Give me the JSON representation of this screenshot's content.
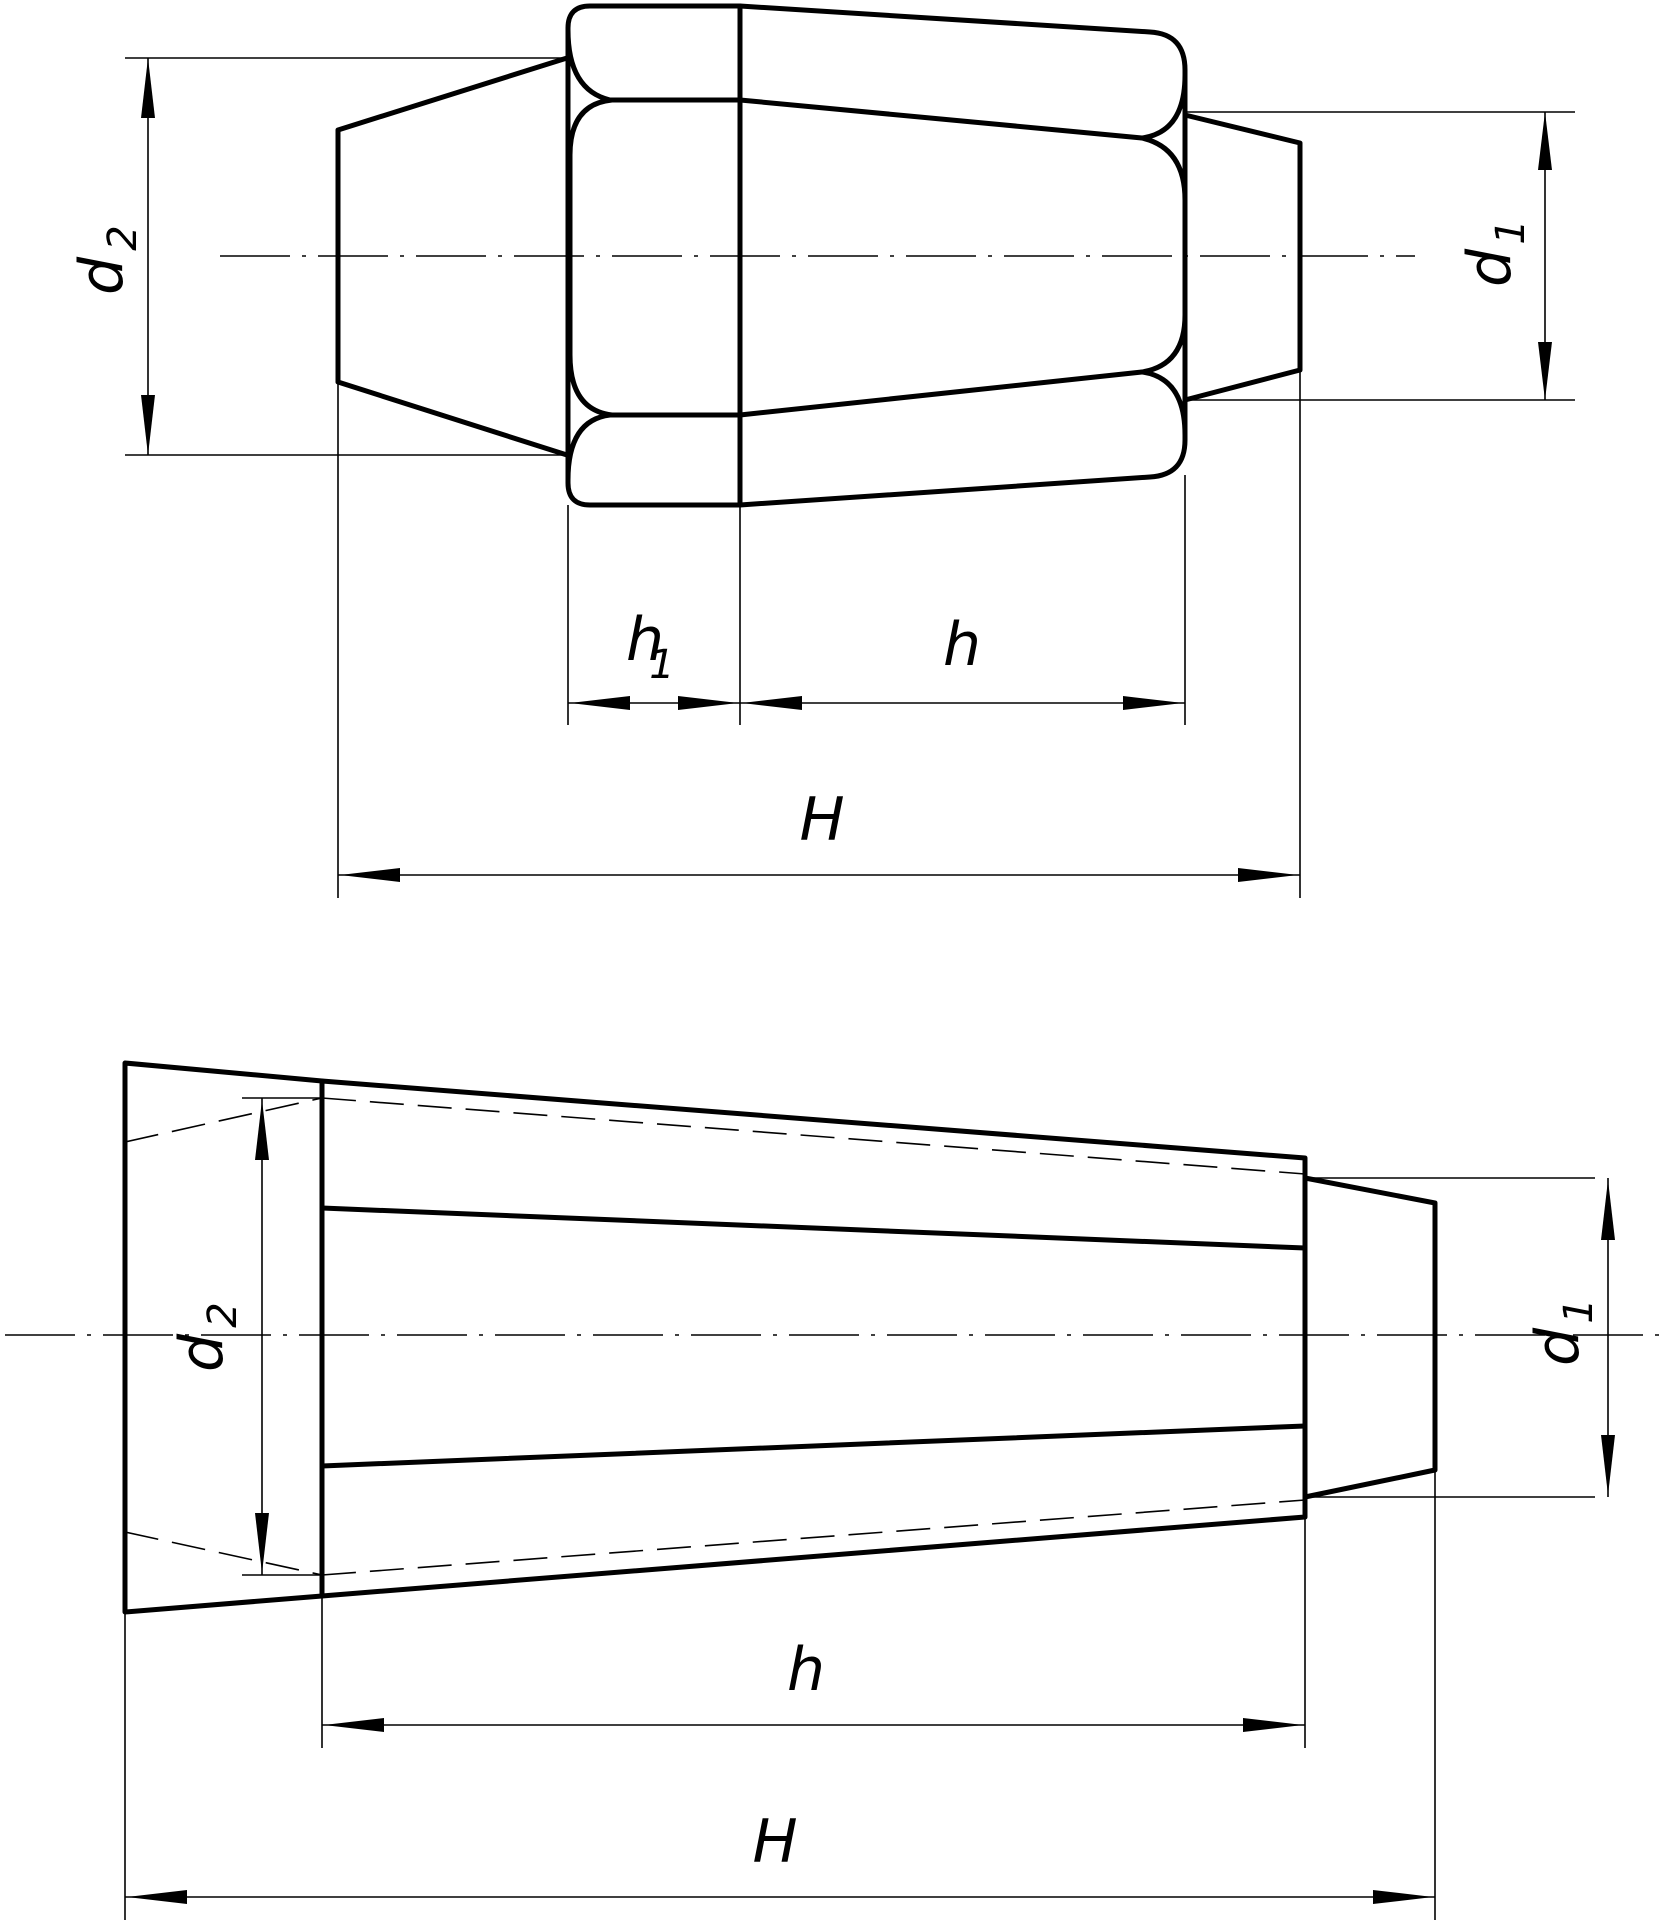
{
  "view_top": {
    "labels": {
      "d2": "d",
      "d2_sub": "2",
      "d1": "d",
      "d1_sub": "1",
      "h1": "h",
      "h1_sub": "1",
      "h": "h",
      "H": "H"
    }
  },
  "view_bottom": {
    "labels": {
      "d2": "d",
      "d2_sub": "2",
      "d1": "d",
      "d1_sub": "1",
      "h": "h",
      "H": "H"
    }
  },
  "colors": {
    "line": "#000000",
    "background": "#ffffff"
  }
}
